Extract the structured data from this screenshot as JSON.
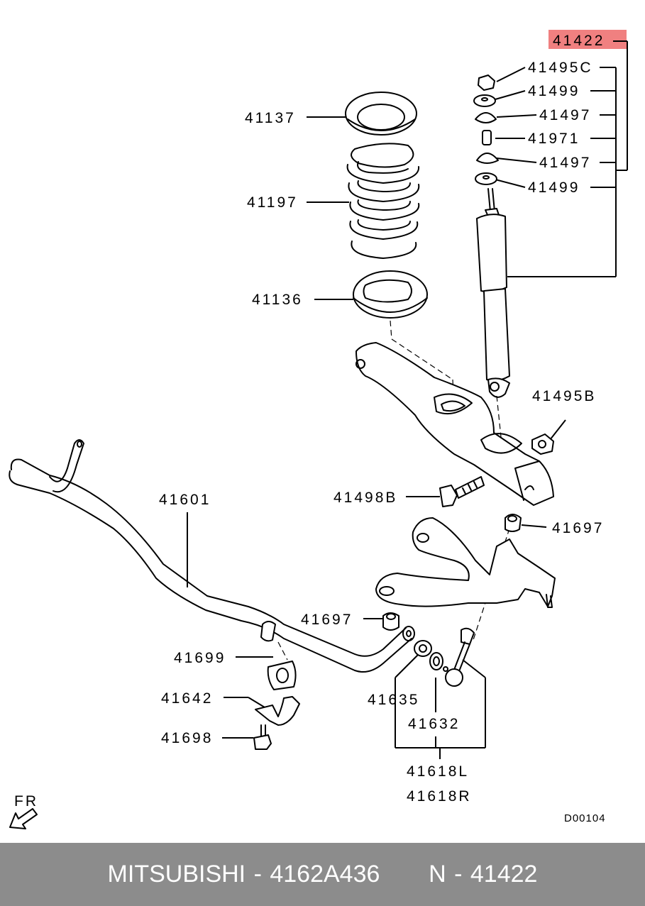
{
  "labels": {
    "p41422": "41422",
    "p41495C": "41495C",
    "p41499a": "41499",
    "p41497a": "41497",
    "p41971": "41971",
    "p41497b": "41497",
    "p41499b": "41499",
    "p41137": "41137",
    "p41197": "41197",
    "p41136": "41136",
    "p41495B": "41495B",
    "p41498B": "41498B",
    "p41601": "41601",
    "p41697a": "41697",
    "p41697b": "41697",
    "p41699": "41699",
    "p41642": "41642",
    "p41698": "41698",
    "p41635": "41635",
    "p41632": "41632",
    "p41618L": "41618L",
    "p41618R": "41618R"
  },
  "orientation": "FR",
  "diagram_code": "D00104",
  "highlight_color": "#f08080",
  "footer": {
    "brand": "MITSUBISHI",
    "separator": "-",
    "part_number": "4162A436",
    "ref_prefix": "N",
    "ref_separator": "-",
    "ref_number": "41422"
  }
}
